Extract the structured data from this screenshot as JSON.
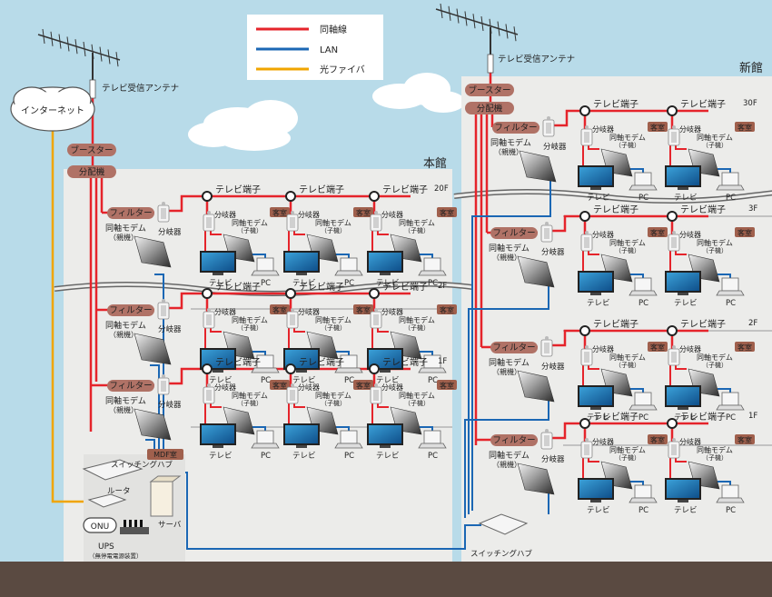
{
  "legend": {
    "coax": "同軸線",
    "lan": "LAN",
    "fiber": "光ファイバ"
  },
  "colors": {
    "sky": "#b8dbe9",
    "ground": "#5a4a41",
    "building": "#ececea",
    "coax": "#e5242b",
    "lan": "#1b67b4",
    "fiber": "#f0a500",
    "label_brown": "#b07266",
    "guest_badge": "#a0604d",
    "mdf_badge": "#a0604d"
  },
  "internet": "インターネット",
  "antenna_label": "テレビ受信アンテナ",
  "booster": "ブースター",
  "splitter_main": "分配機",
  "filter": "フィルター",
  "branch": "分岐器",
  "modem_parent": "同軸モデム",
  "modem_parent_sub": "（親機）",
  "modem_child": "同軸モデム",
  "modem_child_sub": "（子機）",
  "tv_terminal": "テレビ端子",
  "guest_room": "客室",
  "tv": "テレビ",
  "pc": "PC",
  "switching_hub": "スイッチングハブ",
  "router": "ルータ",
  "server": "サーバ",
  "onu": "ONU",
  "ups": "UPS",
  "ups_sub": "（無停電電源装置）",
  "mdf_room": "MDF室",
  "honkan": {
    "name": "本館",
    "floors": [
      "20F",
      "2F",
      "1F"
    ]
  },
  "shinkan": {
    "name": "新館",
    "floors": [
      "30F",
      "3F",
      "2F",
      "1F"
    ]
  }
}
